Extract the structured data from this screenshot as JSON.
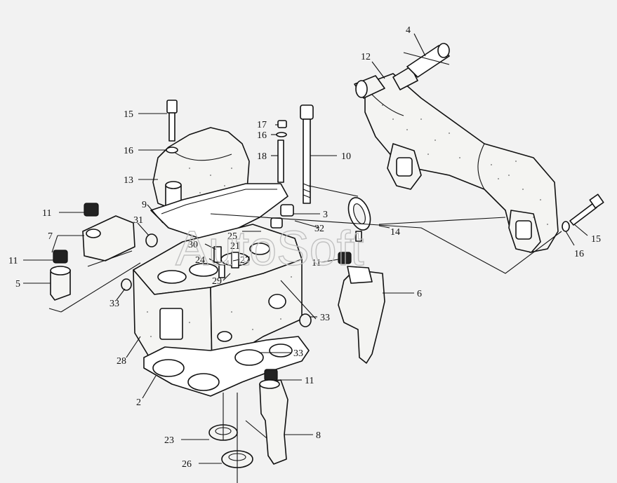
{
  "watermark": "AutoSoft",
  "callouts": {
    "c1": "4",
    "c2": "12",
    "c3": "15",
    "c4": "17",
    "c5": "16",
    "c6": "18",
    "c7": "10",
    "c8": "16",
    "c9": "13",
    "c10": "9",
    "c11": "11",
    "c12": "31",
    "c13": "3",
    "c14": "7",
    "c15": "25",
    "c16": "32",
    "c17": "14",
    "c18": "15",
    "c19": "16",
    "c20": "30",
    "c21": "11",
    "c22": "24",
    "c23": "27",
    "c24": "11",
    "c25": "5",
    "c26": "29",
    "c27": "6",
    "c28": "33",
    "c29": "33",
    "c30": "28",
    "c31": "33",
    "c32": "11",
    "c33": "2",
    "c34": "23",
    "c35": "8",
    "c36": "26",
    "c37": "21"
  }
}
